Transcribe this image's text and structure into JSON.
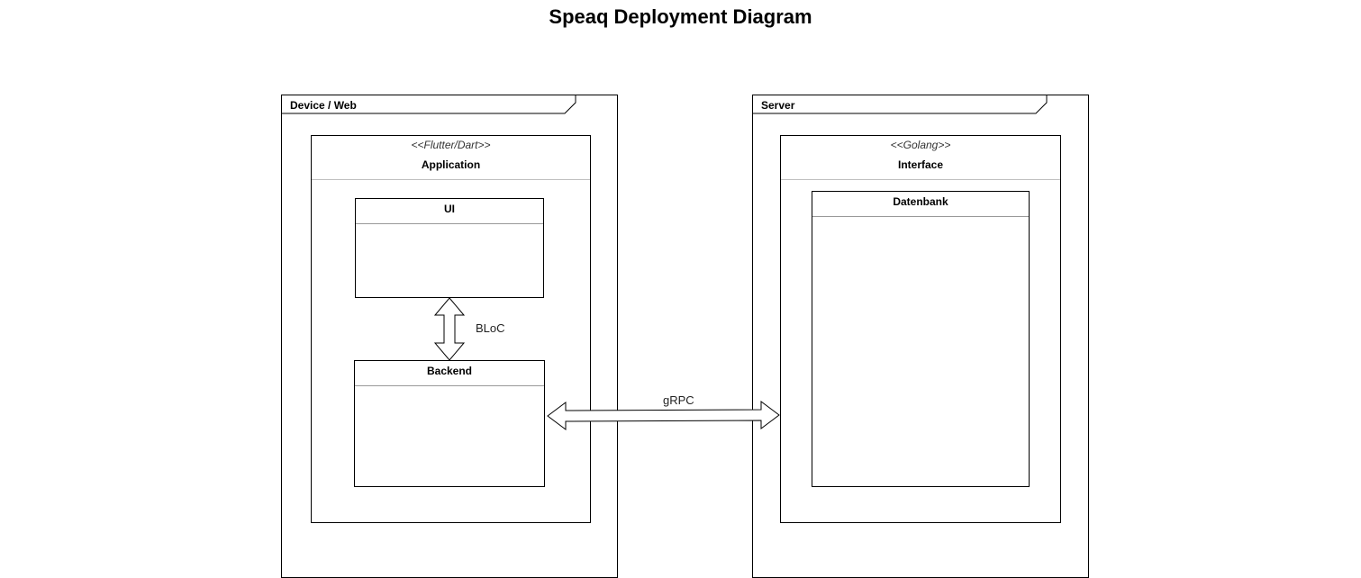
{
  "title": "Speaq Deployment Diagram",
  "nodes": {
    "device": {
      "label": "Device / Web",
      "component": {
        "stereotype": "<<Flutter/Dart>>",
        "name": "Application",
        "parts": {
          "ui": "UI",
          "backend": "Backend"
        }
      }
    },
    "server": {
      "label": "Server",
      "component": {
        "stereotype": "<<Golang>>",
        "name": "Interface",
        "parts": {
          "database": "Datenbank"
        }
      }
    }
  },
  "edges": {
    "ui_backend": "BLoC",
    "backend_server": "gRPC"
  }
}
